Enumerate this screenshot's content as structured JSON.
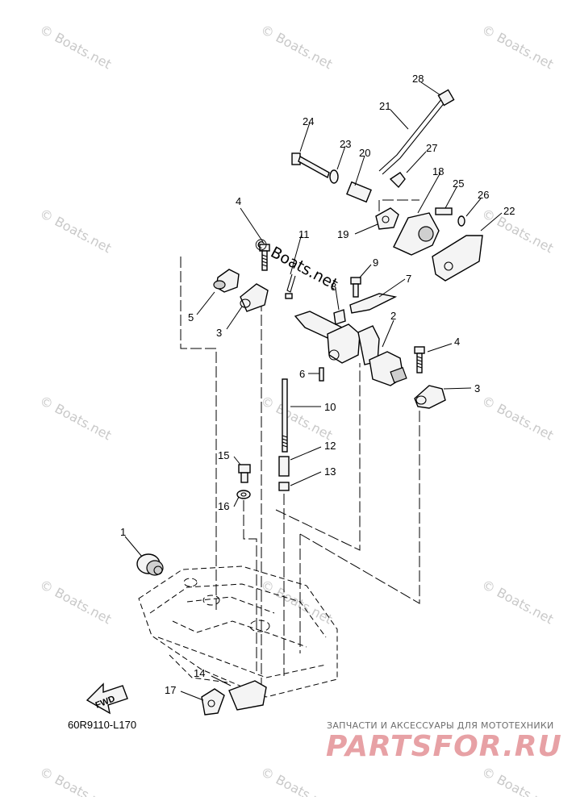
{
  "diagram": {
    "model_code": "60R9110-L170",
    "direction_label": "FWD",
    "center_watermark": "© Boats.net",
    "watermark_text": "© Boats.net",
    "parts_caption": "ЗАПЧАСТИ И АКСЕССУАРЫ ДЛЯ МОТОТЕХНИКИ",
    "parts_logo": "PARTSFOR.RU",
    "callouts": {
      "p1": "1",
      "p2": "2",
      "p3a": "3",
      "p3b": "3",
      "p4a": "4",
      "p4b": "4",
      "p5": "5",
      "p6": "6",
      "p7": "7",
      "p8": "8",
      "p9": "9",
      "p10": "10",
      "p11": "11",
      "p12": "12",
      "p13": "13",
      "p14": "14",
      "p15": "15",
      "p16": "16",
      "p17": "17",
      "p18": "18",
      "p19": "19",
      "p20": "20",
      "p21": "21",
      "p22": "22",
      "p23": "23",
      "p24": "24",
      "p25": "25",
      "p26": "26",
      "p27": "27",
      "p28": "28"
    },
    "colors": {
      "line": "#000000",
      "watermark": "#c9c9c9",
      "logo": "#e7a1a5"
    }
  }
}
